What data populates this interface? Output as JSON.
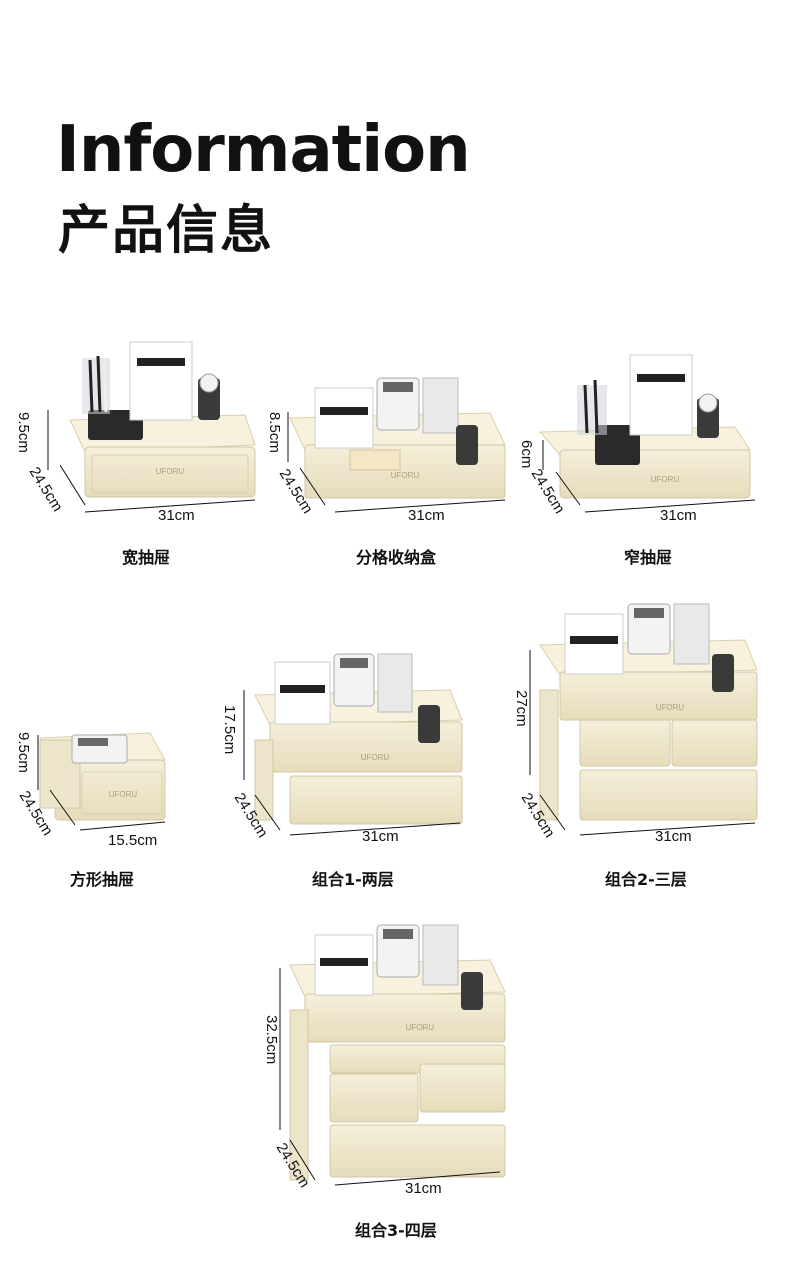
{
  "header": {
    "title_en": "Information",
    "title_zh": "产品信息"
  },
  "brand_mark": "UFORU",
  "colors": {
    "body": "#f1ead1",
    "edge": "#dcd2b2",
    "shadow": "#c9bf9c",
    "text": "#111111"
  },
  "products": [
    {
      "name": "宽抽屉",
      "height": "9.5cm",
      "depth": "24.5cm",
      "width": "31cm"
    },
    {
      "name": "分格收纳盒",
      "height": "8.5cm",
      "depth": "24.5cm",
      "width": "31cm"
    },
    {
      "name": "窄抽屉",
      "height": "6cm",
      "depth": "24.5cm",
      "width": "31cm"
    },
    {
      "name": "方形抽屉",
      "height": "9.5cm",
      "depth": "24.5cm",
      "width": "15.5cm"
    },
    {
      "name": "组合1-两层",
      "height": "17.5cm",
      "depth": "24.5cm",
      "width": "31cm"
    },
    {
      "name": "组合2-三层",
      "height": "27cm",
      "depth": "24.5cm",
      "width": "31cm"
    },
    {
      "name": "组合3-四层",
      "height": "32.5cm",
      "depth": "24.5cm",
      "width": "31cm"
    }
  ]
}
